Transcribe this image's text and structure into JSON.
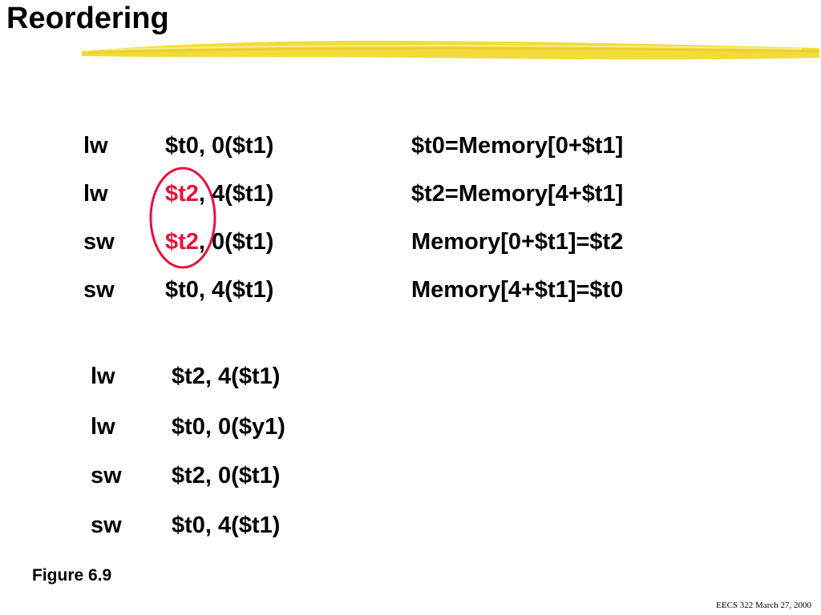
{
  "slide": {
    "title": "Reordering",
    "accent_color": "#f2dc3a",
    "highlight_color": "#e8113a",
    "original": [
      {
        "op": "lw",
        "reg": "$t0",
        "rest": ", 0($t1)",
        "highlight": false,
        "desc": "$t0=Memory[0+$t1]"
      },
      {
        "op": "lw",
        "reg": "$t2",
        "rest": ", 4($t1)",
        "highlight": true,
        "desc": "$t2=Memory[4+$t1]"
      },
      {
        "op": "sw",
        "reg": "$t2",
        "rest": ", 0($t1)",
        "highlight": true,
        "desc": "Memory[0+$t1]=$t2"
      },
      {
        "op": "sw",
        "reg": "$t0",
        "rest": ", 4($t1)",
        "highlight": false,
        "desc": "Memory[4+$t1]=$t0"
      }
    ],
    "reordered": [
      {
        "op": "lw",
        "args": "$t2, 4($t1)"
      },
      {
        "op": "lw",
        "args": "$t0, 0($y1)"
      },
      {
        "op": "sw",
        "args": "$t2, 0($t1)"
      },
      {
        "op": "sw",
        "args": "$t0, 4($t1)"
      }
    ],
    "caption": "Figure 6.9",
    "footer": "EECS 322 March 27, 2000"
  }
}
